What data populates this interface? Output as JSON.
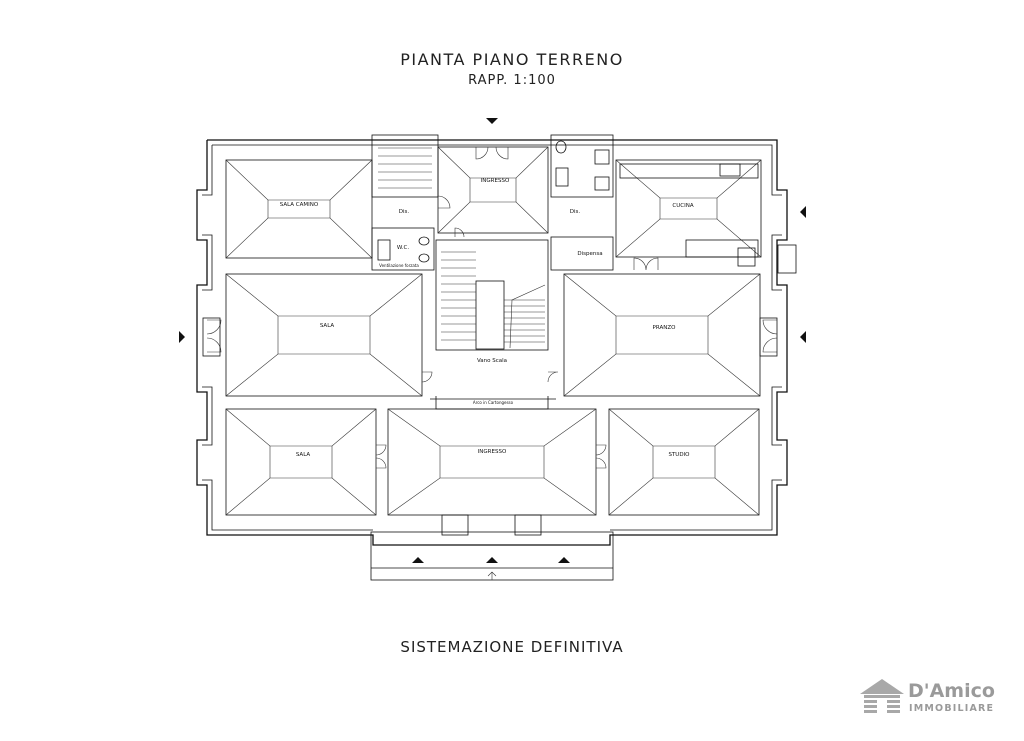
{
  "header": {
    "title": "PIANTA  PIANO  TERRENO",
    "scale": "RAPP.   1:100"
  },
  "footer": {
    "caption": "SISTEMAZIONE  DEFINITIVA"
  },
  "rooms": {
    "sala_camino": "SALA CAMINO",
    "ingresso_top": "INGRESSO",
    "cucina": "CUCINA",
    "dis_left": "Dis.",
    "dis_right": "Dis.",
    "wc": "W.C.",
    "ventilazione": "Ventilazione forzata",
    "dispensa": "Dispensa",
    "sala_mid": "SALA",
    "pranzo": "PRANZO",
    "vano_scala": "Vano Scala",
    "arco": "Arco in Cartongesso",
    "sala_bottom": "SALA",
    "ingresso_bottom": "INGRESSO",
    "studio": "STUDIO"
  },
  "logo": {
    "name": "D'Amico",
    "subtitle": "IMMOBILIARE",
    "color": "#9a9a9a"
  }
}
